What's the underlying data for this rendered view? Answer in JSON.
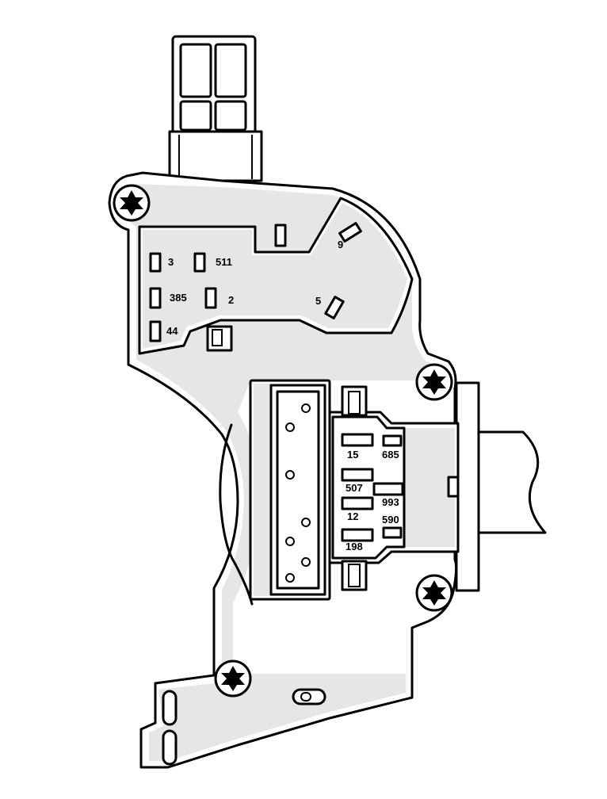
{
  "terminals": {
    "t9": "9",
    "t3": "3",
    "t511": "511",
    "t385": "385",
    "t2": "2",
    "t5": "5",
    "t44": "44",
    "t15": "15",
    "t685": "685",
    "t507": "507",
    "t993": "993",
    "t12": "12",
    "t590": "590",
    "t198": "198"
  },
  "colors": {
    "line": "#000000",
    "stipple": "#e6e6e6",
    "background": "#ffffff"
  }
}
